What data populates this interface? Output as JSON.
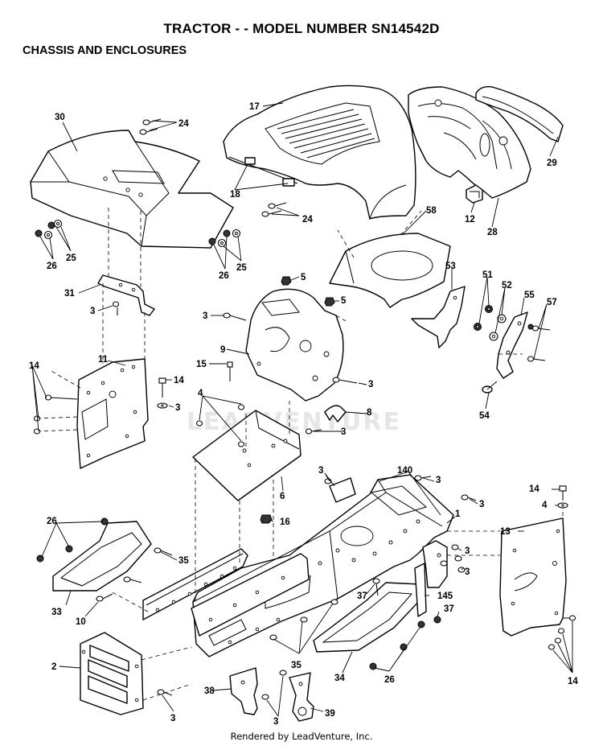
{
  "header": {
    "title": "TRACTOR - - MODEL NUMBER SN14542D",
    "section": "CHASSIS AND ENCLOSURES"
  },
  "watermark": "LEADVENTURE",
  "footer": "Rendered by LeadVenture, Inc.",
  "callouts": [
    {
      "id": "c30a",
      "label": "30"
    },
    {
      "id": "c24a",
      "label": "24"
    },
    {
      "id": "c17",
      "label": "17"
    },
    {
      "id": "c29",
      "label": "29"
    },
    {
      "id": "c18",
      "label": "18"
    },
    {
      "id": "c12",
      "label": "12"
    },
    {
      "id": "c28",
      "label": "28"
    },
    {
      "id": "c24b",
      "label": "24"
    },
    {
      "id": "c58",
      "label": "58"
    },
    {
      "id": "c26a",
      "label": "26"
    },
    {
      "id": "c25a",
      "label": "25"
    },
    {
      "id": "c26b",
      "label": "26"
    },
    {
      "id": "c25b",
      "label": "25"
    },
    {
      "id": "c53",
      "label": "53"
    },
    {
      "id": "c51",
      "label": "51"
    },
    {
      "id": "c52",
      "label": "52"
    },
    {
      "id": "c55",
      "label": "55"
    },
    {
      "id": "c57",
      "label": "57"
    },
    {
      "id": "c31",
      "label": "31"
    },
    {
      "id": "c5a",
      "label": "5"
    },
    {
      "id": "c5b",
      "label": "5"
    },
    {
      "id": "c3a",
      "label": "3"
    },
    {
      "id": "c3b",
      "label": "3"
    },
    {
      "id": "c9",
      "label": "9"
    },
    {
      "id": "c14a",
      "label": "14"
    },
    {
      "id": "c11",
      "label": "11"
    },
    {
      "id": "c15",
      "label": "15"
    },
    {
      "id": "c14b",
      "label": "14"
    },
    {
      "id": "c3c",
      "label": "3"
    },
    {
      "id": "c4a",
      "label": "4"
    },
    {
      "id": "c3d",
      "label": "3"
    },
    {
      "id": "c8",
      "label": "8"
    },
    {
      "id": "c54",
      "label": "54"
    },
    {
      "id": "c3e",
      "label": "3"
    },
    {
      "id": "c3f",
      "label": "3"
    },
    {
      "id": "c140",
      "label": "140"
    },
    {
      "id": "c3g",
      "label": "3"
    },
    {
      "id": "c6",
      "label": "6"
    },
    {
      "id": "c3h",
      "label": "3"
    },
    {
      "id": "c1",
      "label": "1"
    },
    {
      "id": "c14c",
      "label": "14"
    },
    {
      "id": "c4b",
      "label": "4"
    },
    {
      "id": "c16",
      "label": "16"
    },
    {
      "id": "c26c",
      "label": "26"
    },
    {
      "id": "c13",
      "label": "13"
    },
    {
      "id": "c35a",
      "label": "35"
    },
    {
      "id": "c3i",
      "label": "3"
    },
    {
      "id": "c3j",
      "label": "3"
    },
    {
      "id": "c37a",
      "label": "37"
    },
    {
      "id": "c145",
      "label": "145"
    },
    {
      "id": "c33",
      "label": "33"
    },
    {
      "id": "c10",
      "label": "10"
    },
    {
      "id": "c37b",
      "label": "37"
    },
    {
      "id": "c35b",
      "label": "35"
    },
    {
      "id": "c34",
      "label": "34"
    },
    {
      "id": "c2",
      "label": "2"
    },
    {
      "id": "c26d",
      "label": "26"
    },
    {
      "id": "c14d",
      "label": "14"
    },
    {
      "id": "c38",
      "label": "38"
    },
    {
      "id": "c3k",
      "label": "3"
    },
    {
      "id": "c3l",
      "label": "3"
    },
    {
      "id": "c39",
      "label": "39"
    }
  ]
}
